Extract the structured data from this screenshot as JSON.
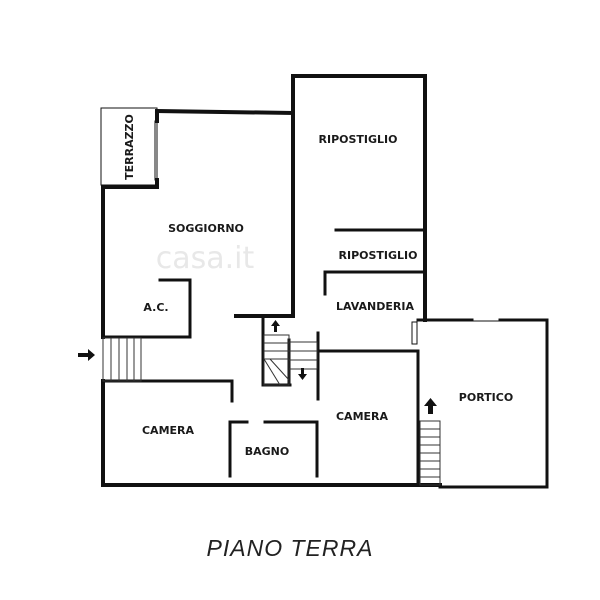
{
  "plan": {
    "title": "PIANO TERRA",
    "watermark": "casa.it",
    "rooms": {
      "terrazzo": "TERRAZZO",
      "soggiorno": "SOGGIORNO",
      "ripostiglio_1": "RIPOSTIGLIO",
      "ripostiglio_2": "RIPOSTIGLIO",
      "lavanderia": "LAVANDERIA",
      "ac": "A.C.",
      "camera_1": "CAMERA",
      "bagno": "BAGNO",
      "camera_2": "CAMERA",
      "portico": "PORTICO"
    },
    "colors": {
      "wall": "#111111",
      "background": "#ffffff"
    }
  }
}
